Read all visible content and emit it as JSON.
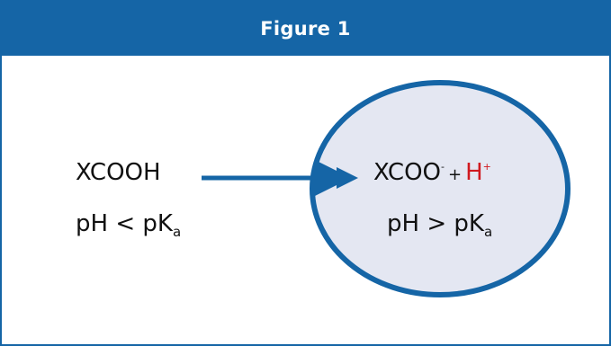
{
  "figure": {
    "title": "Figure 1"
  },
  "left": {
    "formula": "XCOOH",
    "ph_prefix": "pH < pK",
    "ph_sub": "a"
  },
  "right": {
    "formula": "XCOO",
    "formula_sup": "-",
    "plus": "+",
    "proton": "H",
    "proton_sup": "+",
    "ph_prefix": "pH > pK",
    "ph_sub": "a"
  },
  "colors": {
    "header_bg": "#1565a6",
    "arrow": "#1565a6",
    "ellipse_fill": "#e4e7f2",
    "ellipse_stroke": "#1565a6",
    "proton": "#d0191f"
  }
}
